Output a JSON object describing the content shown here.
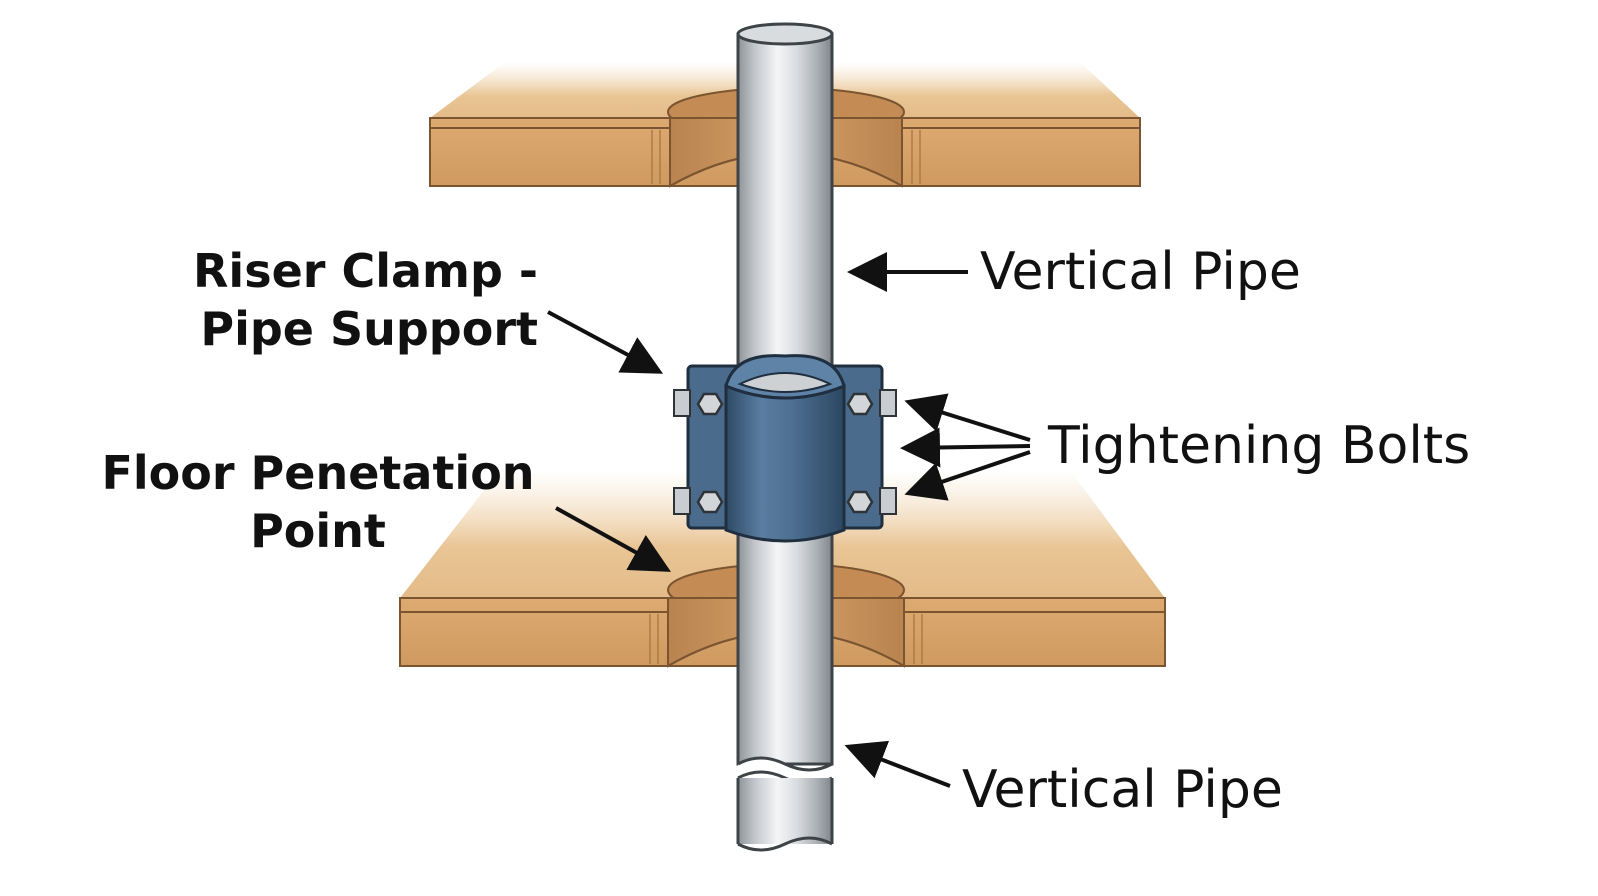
{
  "labels": {
    "riser_clamp": [
      "Riser Clamp -",
      "Pipe Support"
    ],
    "floor_penetration": [
      "Floor Penetation",
      "Point"
    ],
    "vertical_pipe_top": "Vertical Pipe",
    "vertical_pipe_bottom": "Vertical Pipe",
    "tightening_bolts": "Tightening Bolts"
  },
  "colors": {
    "wood_top": "#E9C595",
    "wood_face": "#D8A46C",
    "wood_dark": "#B47C44",
    "pipe_light": "#EDEFF1",
    "pipe_mid": "#C3C7CB",
    "pipe_dark": "#8E9499",
    "clamp": "#4D6F90",
    "clamp_dark": "#33506C",
    "bolt": "#C9CDD1",
    "ink": "#111111"
  },
  "icons": {
    "pipe": "vertical-pipe",
    "clamp": "riser-clamp",
    "bolt": "hex-bolt",
    "arrow": "pointer-arrow"
  }
}
